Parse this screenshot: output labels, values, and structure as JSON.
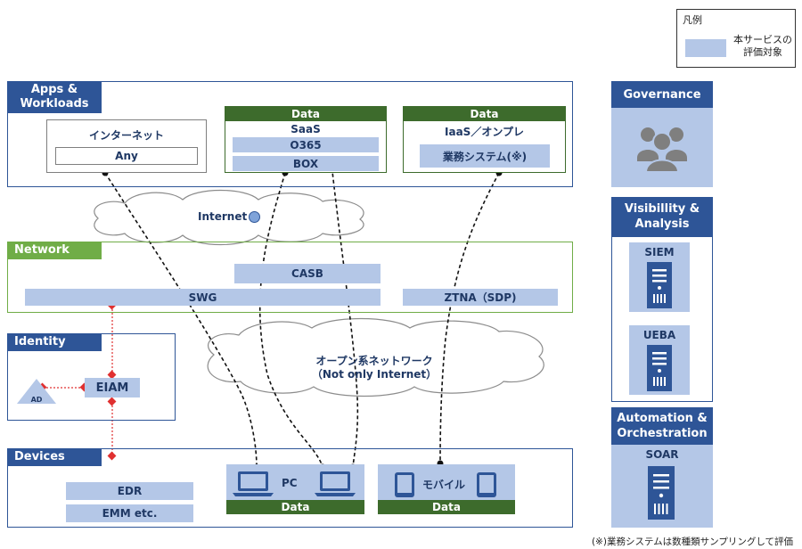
{
  "legend": {
    "title": "凡例",
    "item_label_line1": "本サービスの",
    "item_label_line2": "評価対象"
  },
  "apps": {
    "title_line1": "Apps &",
    "title_line2": "Workloads",
    "internet_box_title": "インターネット",
    "internet_any": "Any",
    "data1_header": "Data",
    "saas_label": "SaaS",
    "o365": "O365",
    "box": "BOX",
    "data2_header": "Data",
    "iaas_label": "IaaS／オンプレ",
    "business_system": "業務システム(※)"
  },
  "internet_cloud_label": "Internet",
  "network": {
    "title": "Network",
    "casb": "CASB",
    "swg": "SWG",
    "ztna": "ZTNA（SDP)"
  },
  "identity": {
    "title": "Identity",
    "ad": "AD",
    "eiam": "EIAM"
  },
  "open_network": {
    "line1": "オープン系ネットワーク",
    "line2": "（Not only Internet）"
  },
  "devices": {
    "title": "Devices",
    "edr": "EDR",
    "emm": "EMM etc.",
    "pc_label": "PC",
    "pc_data": "Data",
    "mobile_label": "モバイル",
    "mobile_data": "Data"
  },
  "governance": {
    "title": "Governance",
    "icon": "people-group-icon"
  },
  "visibility": {
    "title_line1": "Visibillity &",
    "title_line2": "Analysis",
    "siem": "SIEM",
    "ueba": "UEBA",
    "icon": "server-icon"
  },
  "automation": {
    "title_line1": "Automation &",
    "title_line2": "Orchestration",
    "soar": "SOAR",
    "icon": "server-icon"
  },
  "footnote": "(※)業務システムは数種類サンプリングして評価",
  "colors": {
    "dark_blue": "#2e5597",
    "light_blue": "#b4c7e7",
    "green": "#70ad47",
    "dark_green": "#3d6b2c",
    "red_connector": "#e03030"
  }
}
